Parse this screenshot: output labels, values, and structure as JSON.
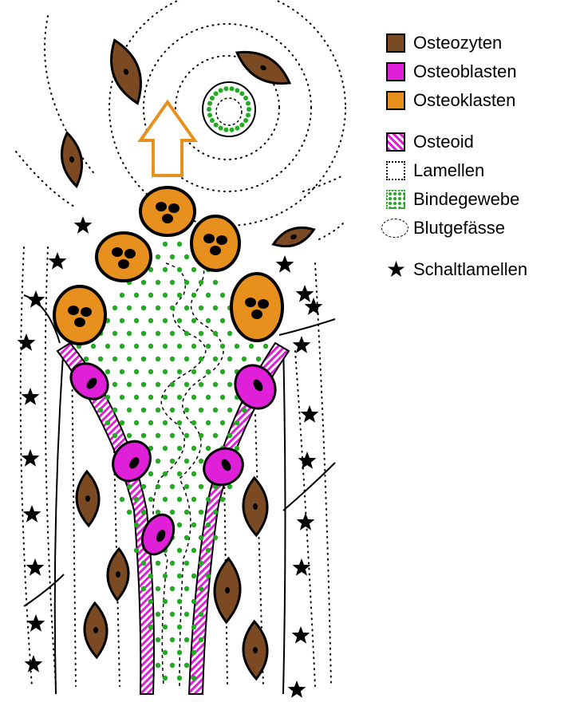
{
  "legend": {
    "items": [
      {
        "label": "Osteozyten",
        "color": "#7b4a23",
        "kind": "osteozyten"
      },
      {
        "label": "Osteoblasten",
        "color": "#e01fd8",
        "kind": "osteoblasten"
      },
      {
        "label": "Osteoklasten",
        "color": "#e8901e",
        "kind": "osteoklasten"
      },
      {
        "label": "Osteoid",
        "color": "#e01fd8",
        "kind": "osteoid"
      },
      {
        "label": "Lamellen",
        "color": "#000000",
        "kind": "lamellen"
      },
      {
        "label": "Bindegewebe",
        "color": "#22aa22",
        "kind": "bindegewebe"
      },
      {
        "label": "Blutgefässe",
        "color": "#000000",
        "kind": "blutgefaesse"
      },
      {
        "label": "Schaltlamellen",
        "color": "#000000",
        "kind": "schaltlamellen",
        "symbol": "★"
      }
    ]
  },
  "colors": {
    "osteocyte": "#7b4a23",
    "osteoblast": "#e01fd8",
    "osteoclast": "#e8901e",
    "connective": "#22aa22",
    "arrow": "#e8901e"
  }
}
